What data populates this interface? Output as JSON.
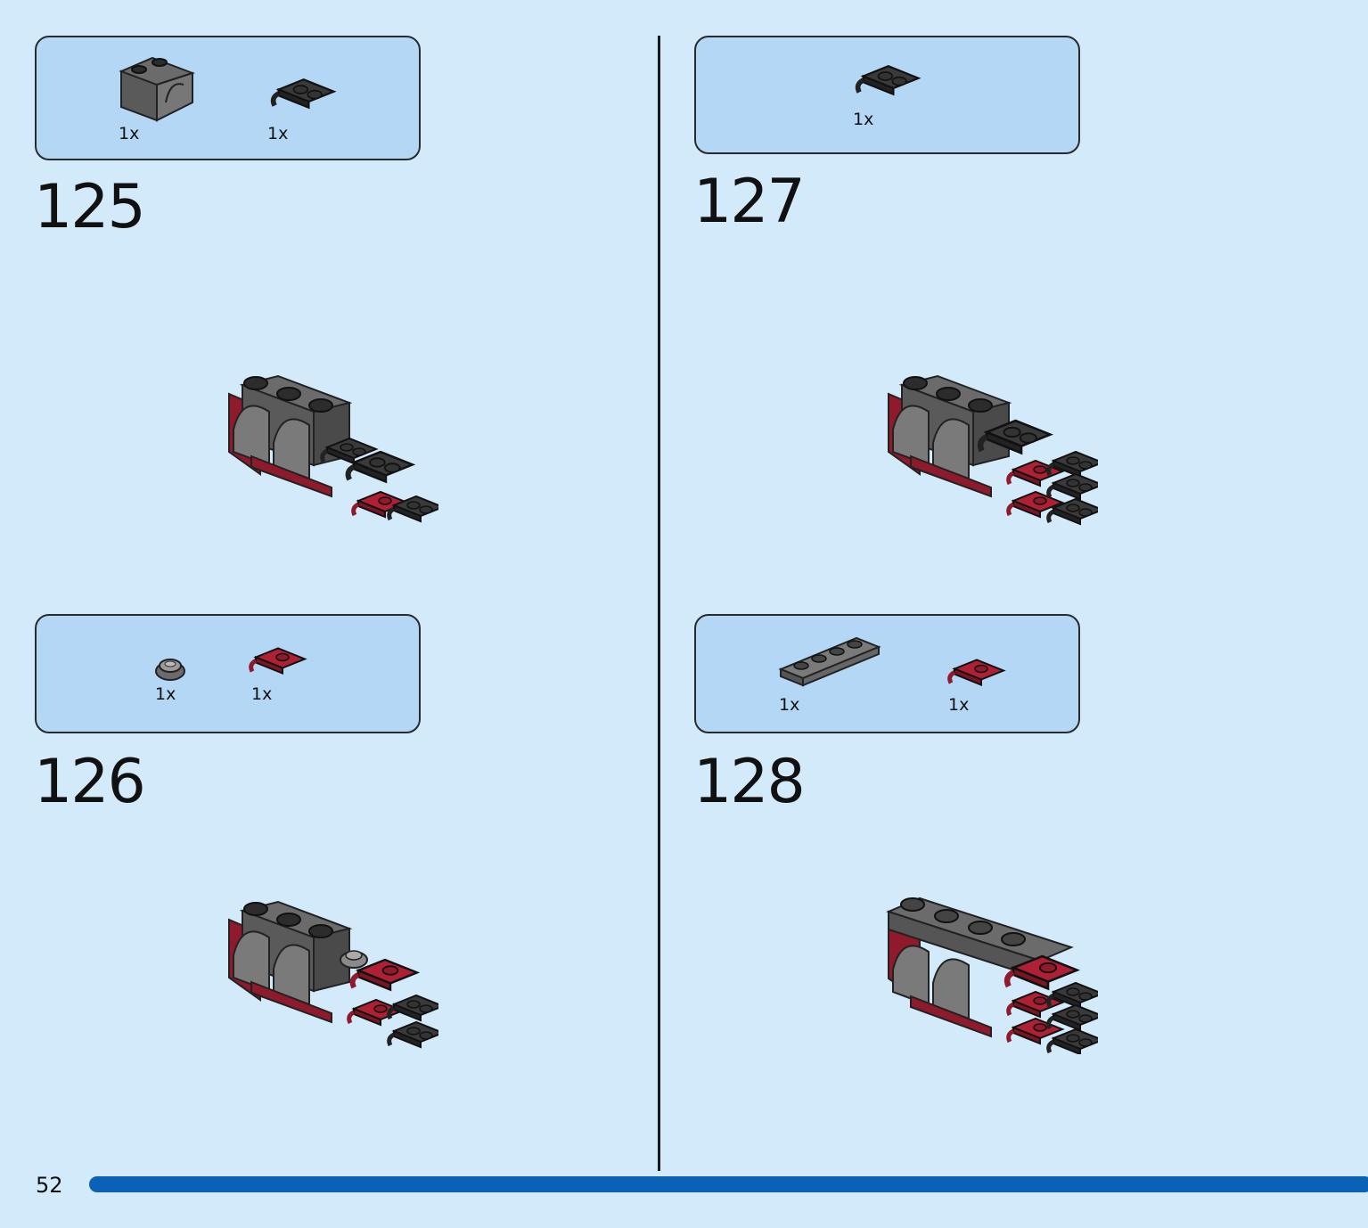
{
  "page": {
    "number": "52"
  },
  "colors": {
    "background": "#d3eafb",
    "parts_box": "#b3d7f4",
    "progress": "#0a61b5",
    "dark_red": "#8e1a2b",
    "dark_gray": "#3a3a3a",
    "medium_gray": "#6b6b6b"
  },
  "steps": [
    {
      "number": "125",
      "parts": [
        {
          "name": "technic-bracket-dark-gray",
          "qty": "1x"
        },
        {
          "name": "plate-clip-black",
          "qty": "1x"
        }
      ]
    },
    {
      "number": "126",
      "parts": [
        {
          "name": "round-plate-gray",
          "qty": "1x"
        },
        {
          "name": "plate-clip-dark-red",
          "qty": "1x"
        }
      ]
    },
    {
      "number": "127",
      "parts": [
        {
          "name": "plate-clip-black",
          "qty": "1x"
        }
      ]
    },
    {
      "number": "128",
      "parts": [
        {
          "name": "plate-1x4-gray",
          "qty": "1x"
        },
        {
          "name": "plate-clip-dark-red",
          "qty": "1x"
        }
      ]
    }
  ]
}
